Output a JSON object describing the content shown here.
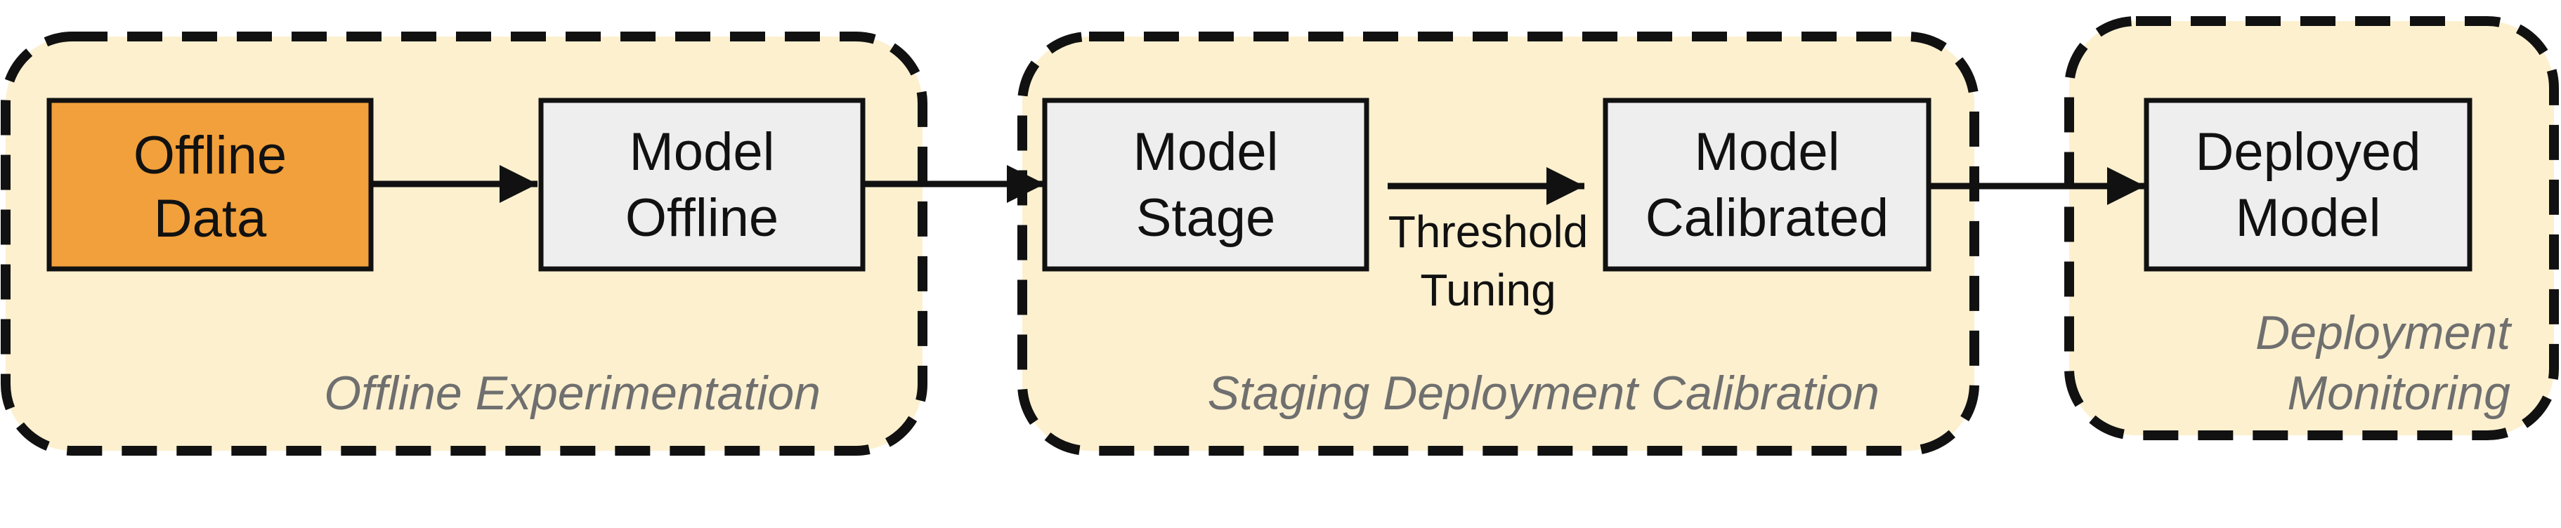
{
  "colors": {
    "stage_fill": "#fcf0cf",
    "stage_border": "#111111",
    "box_fill": "#eeeeee",
    "box_fill_highlight": "#f2a03b",
    "box_border": "#111111",
    "arrow": "#111111",
    "stage_label": "#6f6f6f"
  },
  "stages": {
    "offline": {
      "label": "Offline Experimentation"
    },
    "staging": {
      "label": "Staging Deployment Calibration"
    },
    "monitoring": {
      "line1": "Deployment",
      "line2": "Monitoring"
    }
  },
  "nodes": {
    "offline_data": {
      "line1": "Offline",
      "line2": "Data"
    },
    "model_offline": {
      "line1": "Model",
      "line2": "Offline"
    },
    "model_stage": {
      "line1": "Model",
      "line2": "Stage"
    },
    "model_calibrated": {
      "line1": "Model",
      "line2": "Calibrated"
    },
    "deployed_model": {
      "line1": "Deployed",
      "line2": "Model"
    }
  },
  "edges": {
    "threshold": {
      "line1": "Threshold",
      "line2": "Tuning"
    }
  }
}
